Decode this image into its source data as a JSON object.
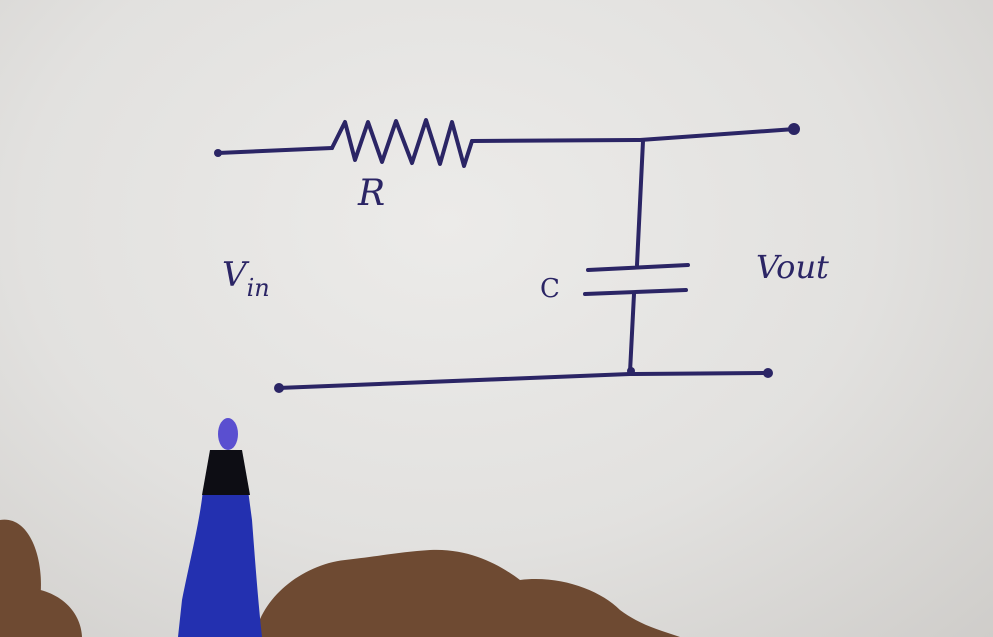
{
  "labels": {
    "vin_main": "V",
    "vin_sub": "in",
    "resistor": "R",
    "capacitor": "C",
    "vout": "Vout"
  },
  "colors": {
    "ink": "#2b2565",
    "pen_body": "#2330b0",
    "pen_tip": "#0d0d14",
    "pen_ink_ball": "#5a4fd0",
    "skin": "#6e4a32",
    "paper": "#e6e5e3"
  },
  "icons": {
    "pen": "ballpoint-pen",
    "hand": "hand"
  }
}
